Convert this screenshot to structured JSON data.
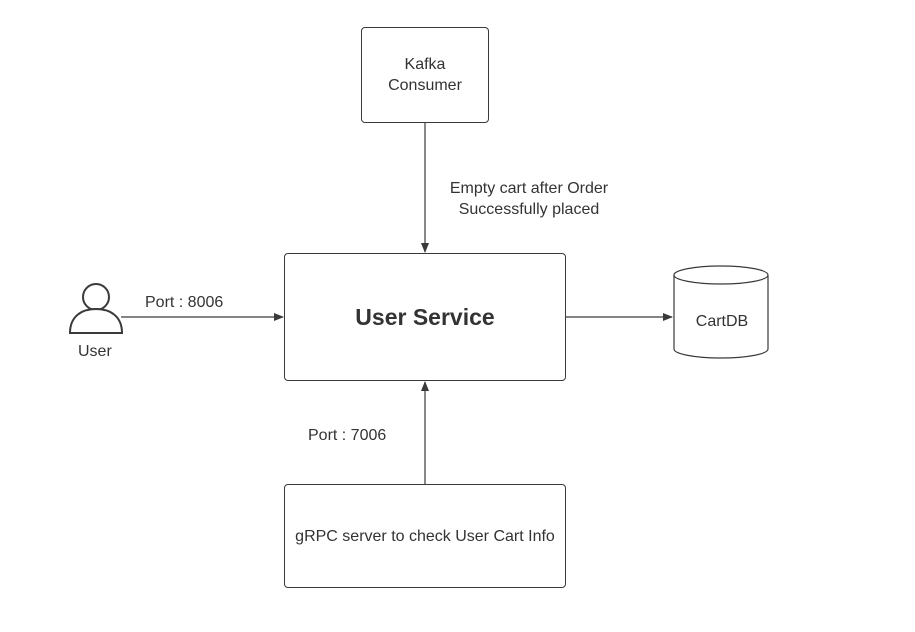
{
  "nodes": {
    "kafka_consumer": "Kafka Consumer",
    "user_service": "User Service",
    "grpc_server": "gRPC server to check User Cart Info",
    "cart_db": "CartDB",
    "user": "User"
  },
  "edges": {
    "kafka_to_service": "Empty cart after Order Successfully placed",
    "user_to_service": "Port : 8006",
    "grpc_to_service": "Port : 7006"
  },
  "colors": {
    "stroke": "#3a3a3a",
    "text": "#333333",
    "background": "#ffffff"
  },
  "icons": {
    "user": "user-icon",
    "database": "database-icon"
  }
}
